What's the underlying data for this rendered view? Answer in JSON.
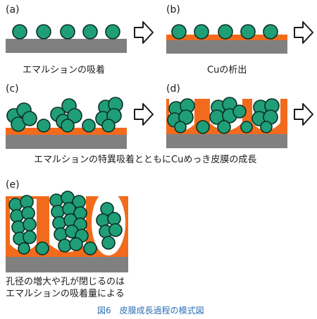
{
  "panels": {
    "a": {
      "label": "(a)",
      "caption": "エマルションの吸着"
    },
    "b": {
      "label": "(b)",
      "caption": "Cuの析出"
    },
    "c": {
      "label": "(c)"
    },
    "d": {
      "label": "(d)"
    },
    "cd_caption": "エマルションの特異吸着とともにCuめっき皮膜の成長",
    "e": {
      "label": "(e)",
      "caption_line1": "孔径の増大や孔が閉じるのは",
      "caption_line2": "エマルションの吸着量による"
    }
  },
  "figure_title": "図6　皮膜成長過程の模式図",
  "colors": {
    "substrate": "#808080",
    "copper": "#f26b1d",
    "emulsion": "#1f9e77",
    "emulsion_stroke": "#0b2f24"
  }
}
